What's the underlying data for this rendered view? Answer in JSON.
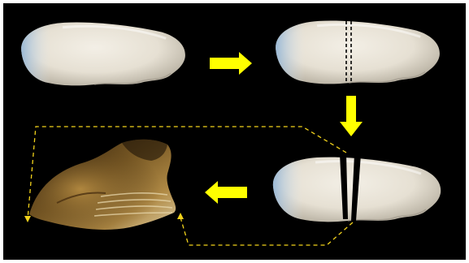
{
  "figure": {
    "panels": [
      {
        "id": "whole-otolith",
        "marker": "none"
      },
      {
        "id": "otolith-cut-lines",
        "marker": "dashed-vertical-lines"
      },
      {
        "id": "otolith-thin-section",
        "marker": "wedge-gap"
      },
      {
        "id": "thin-section-micrograph",
        "marker": "none"
      }
    ],
    "arrows": [
      {
        "id": "arrow-1",
        "direction": "right"
      },
      {
        "id": "arrow-2",
        "direction": "down"
      },
      {
        "id": "arrow-3",
        "direction": "left"
      }
    ],
    "connector_style": "dashed"
  },
  "colors": {
    "background": "#000000",
    "border": "#ffffff",
    "arrow": "#ffff00",
    "connector": "#f2d21b",
    "cut_line": "#000000",
    "otolith_light": "#f3efe6",
    "otolith_shadow": "#b7b0a1",
    "otolith_edge_blue": "#8fb4d8",
    "section_dark": "#2a1a08",
    "section_mid": "#7a5a25",
    "section_light": "#d9c9a0"
  }
}
